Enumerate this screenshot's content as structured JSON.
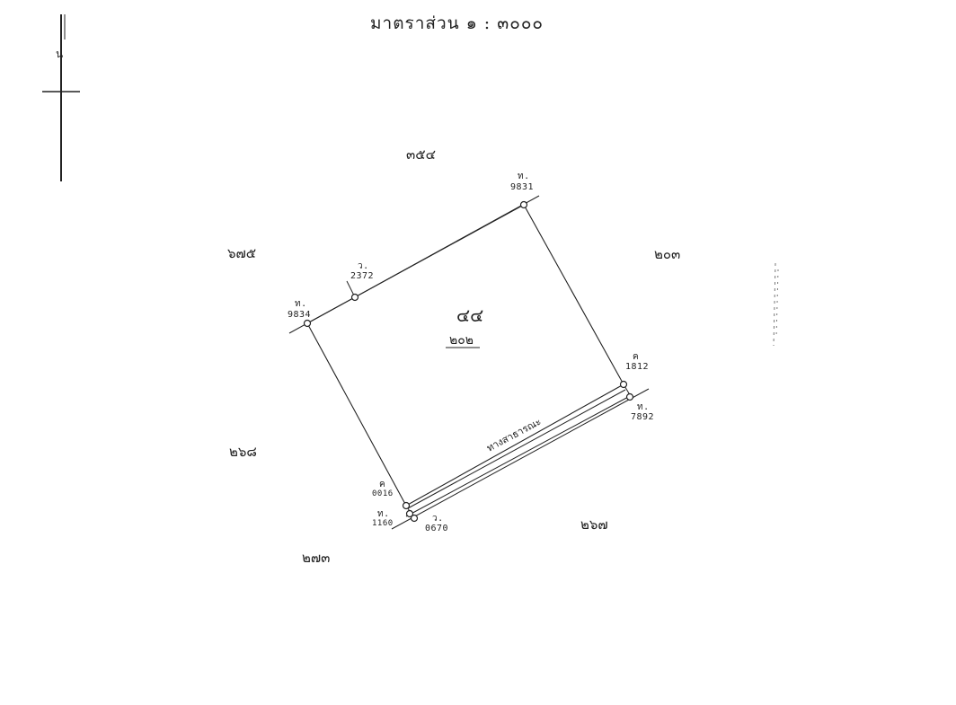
{
  "map": {
    "scale_title": "มาตราส่วน ๑ : ๓๐๐๐",
    "north_arrow_label": "น",
    "parcel": {
      "number": "๔๔",
      "sub_number": "๒๐๒",
      "road_label": "ทางสาธารณะ"
    },
    "adjacent_parcels": {
      "north": "๓๕๔",
      "west": "๖๗๕",
      "east": "๒๐๓",
      "southwest": "๒๖๘",
      "south": "๒๖๗",
      "bottom_left": "๒๗๓"
    },
    "markers": {
      "m9831": {
        "prefix": "ท.",
        "code": "9831"
      },
      "m2372": {
        "prefix": "ว.",
        "code": "2372"
      },
      "m9834": {
        "prefix": "ท.",
        "code": "9834"
      },
      "m1812": {
        "prefix": "ค",
        "code": "1812"
      },
      "m7892": {
        "prefix": "ท.",
        "code": "7892"
      },
      "m0016": {
        "prefix": "ค",
        "code": "0016"
      },
      "m1160": {
        "prefix": "ท.",
        "code": "1160"
      },
      "m0670": {
        "prefix": "ว.",
        "code": "0670"
      }
    },
    "colors": {
      "ink": "#1a1a1a",
      "paper": "#ffffff"
    }
  }
}
